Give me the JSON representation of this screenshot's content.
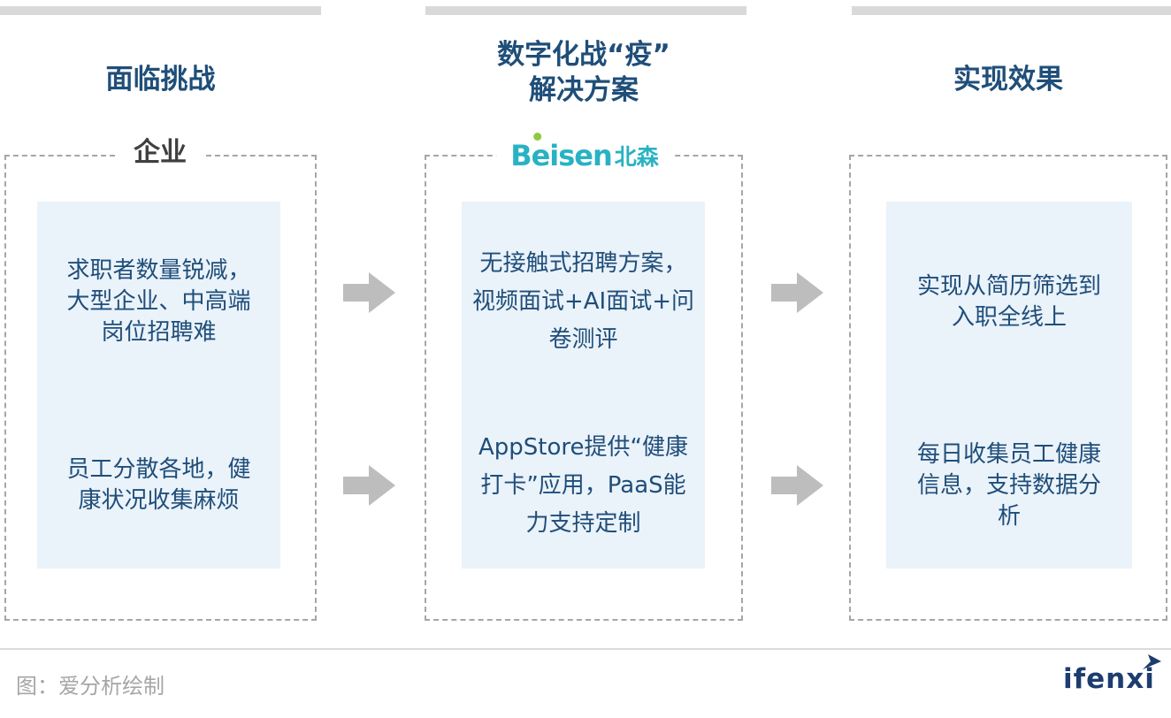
{
  "columns": [
    {
      "id": "challenges",
      "title": "面临挑战",
      "label": "企业",
      "items": [
        "求职者数量锐减，\n大型企业、中高端\n岗位招聘难",
        "员工分散各地，健\n康状况收集麻烦"
      ]
    },
    {
      "id": "solution",
      "title": "数字化战“疫”\n解决方案",
      "logo": {
        "latin": "Beisen",
        "cn": "北森"
      },
      "items": [
        "无接触式招聘方案，\n视频面试+AI面试+问\n卷测评",
        "AppStore提供“健康\n打卡”应用，PaaS能\n力支持定制"
      ]
    },
    {
      "id": "results",
      "title": "实现效果",
      "items": [
        "实现从简历筛选到\n入职全线上",
        "每日收集员工健康\n信息，支持数据分\n析"
      ]
    }
  ],
  "footer": {
    "caption": "图：爱分析绘制",
    "brand": "ifenxi"
  },
  "icons": {
    "flow_arrow": "right-block-arrow",
    "brand_arrow": "up-right-arrow",
    "beisen_dot": "green-dot"
  },
  "colors": {
    "title_navy": "#1F4E79",
    "body_text_navy": "#1F4E79",
    "card_background": "#EAF2FA",
    "dashed_border_gray": "#A6A6A6",
    "arrow_gray": "#BDBDBD",
    "top_bar_gray": "#D9D9D9",
    "enterprise_label_gray": "#3F3F3F",
    "beisen_teal": "#29B2C3",
    "beisen_green": "#8FC742",
    "caption_gray": "#A6A6A6",
    "ifenxi_navy": "#1C3D6E"
  }
}
